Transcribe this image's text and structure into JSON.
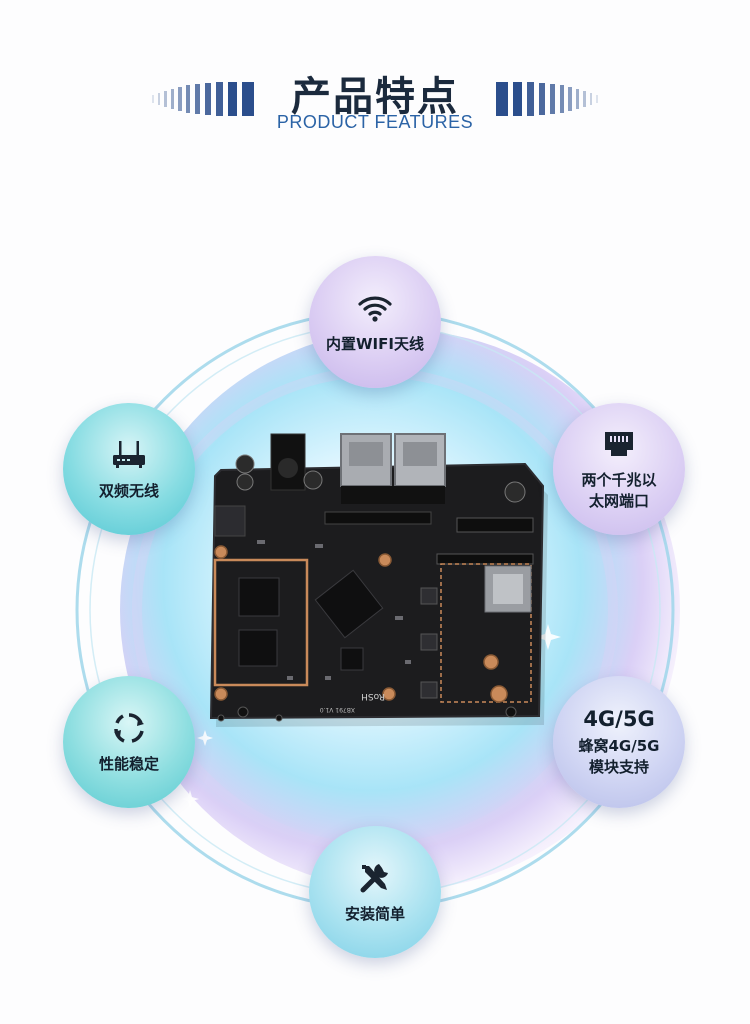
{
  "header": {
    "title": "产品特点",
    "subtitle": "PRODUCT FEATURES"
  },
  "board": {
    "silkscreen": "RoSH",
    "model": "XB791 V1.0"
  },
  "features": {
    "wifi": {
      "label": "内置WIFI天线",
      "icon": "wifi-icon"
    },
    "ethernet": {
      "line1": "两个千兆以",
      "line2": "太网端口",
      "icon": "ethernet-port-icon"
    },
    "cellular": {
      "big": "4G/5G",
      "line1": "蜂窝4G/5G",
      "line2": "模块支持"
    },
    "install": {
      "label": "安装简单",
      "icon": "tools-icon"
    },
    "stability": {
      "label": "性能稳定",
      "icon": "refresh-cycle-icon"
    },
    "dualband": {
      "label": "双频无线",
      "icon": "router-icon"
    }
  },
  "colors": {
    "title": "#1b2a3d",
    "subtitle": "#2b63a6",
    "stripe": "#2b4e8c",
    "ring": "#8fcfe6",
    "pcb": "#1c1c1e",
    "copper": "#c98a5a"
  }
}
